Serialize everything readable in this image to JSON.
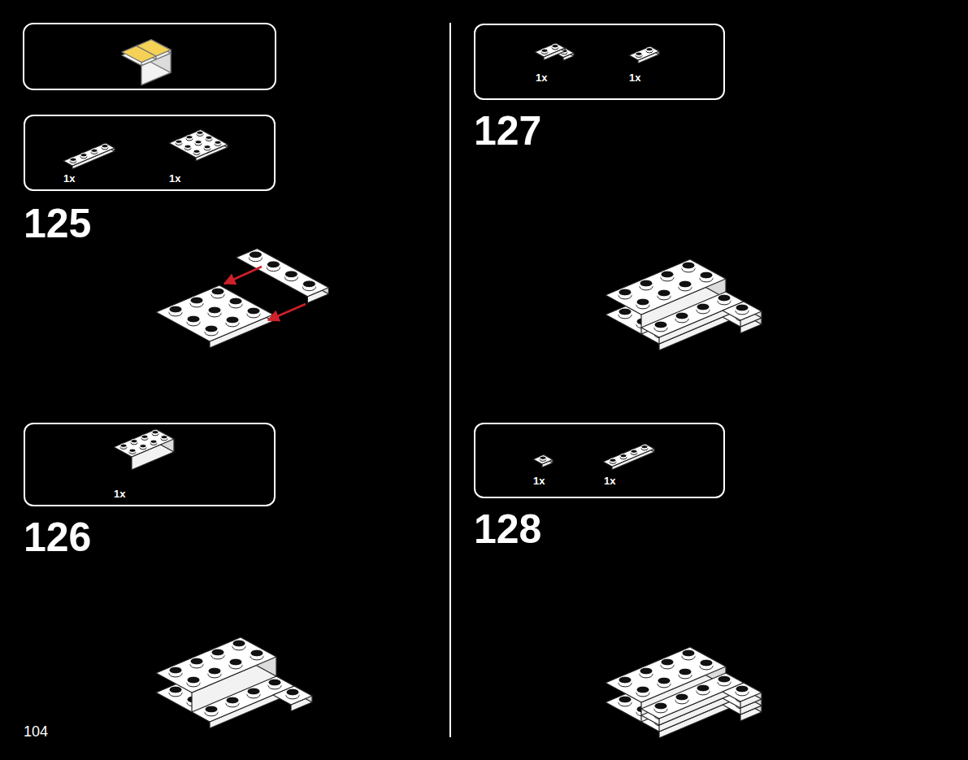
{
  "diagram": {
    "nodes": [
      {
        "text": [
          "1x",
          "1x"
        ]
      },
      {
        "text": [
          "1x"
        ]
      },
      {
        "text": [
          "1x",
          "1x"
        ]
      },
      {
        "text": [
          "1x",
          "1x"
        ]
      }
    ],
    "labels": [
      "125",
      "126",
      "127",
      "128",
      "104"
    ]
  }
}
